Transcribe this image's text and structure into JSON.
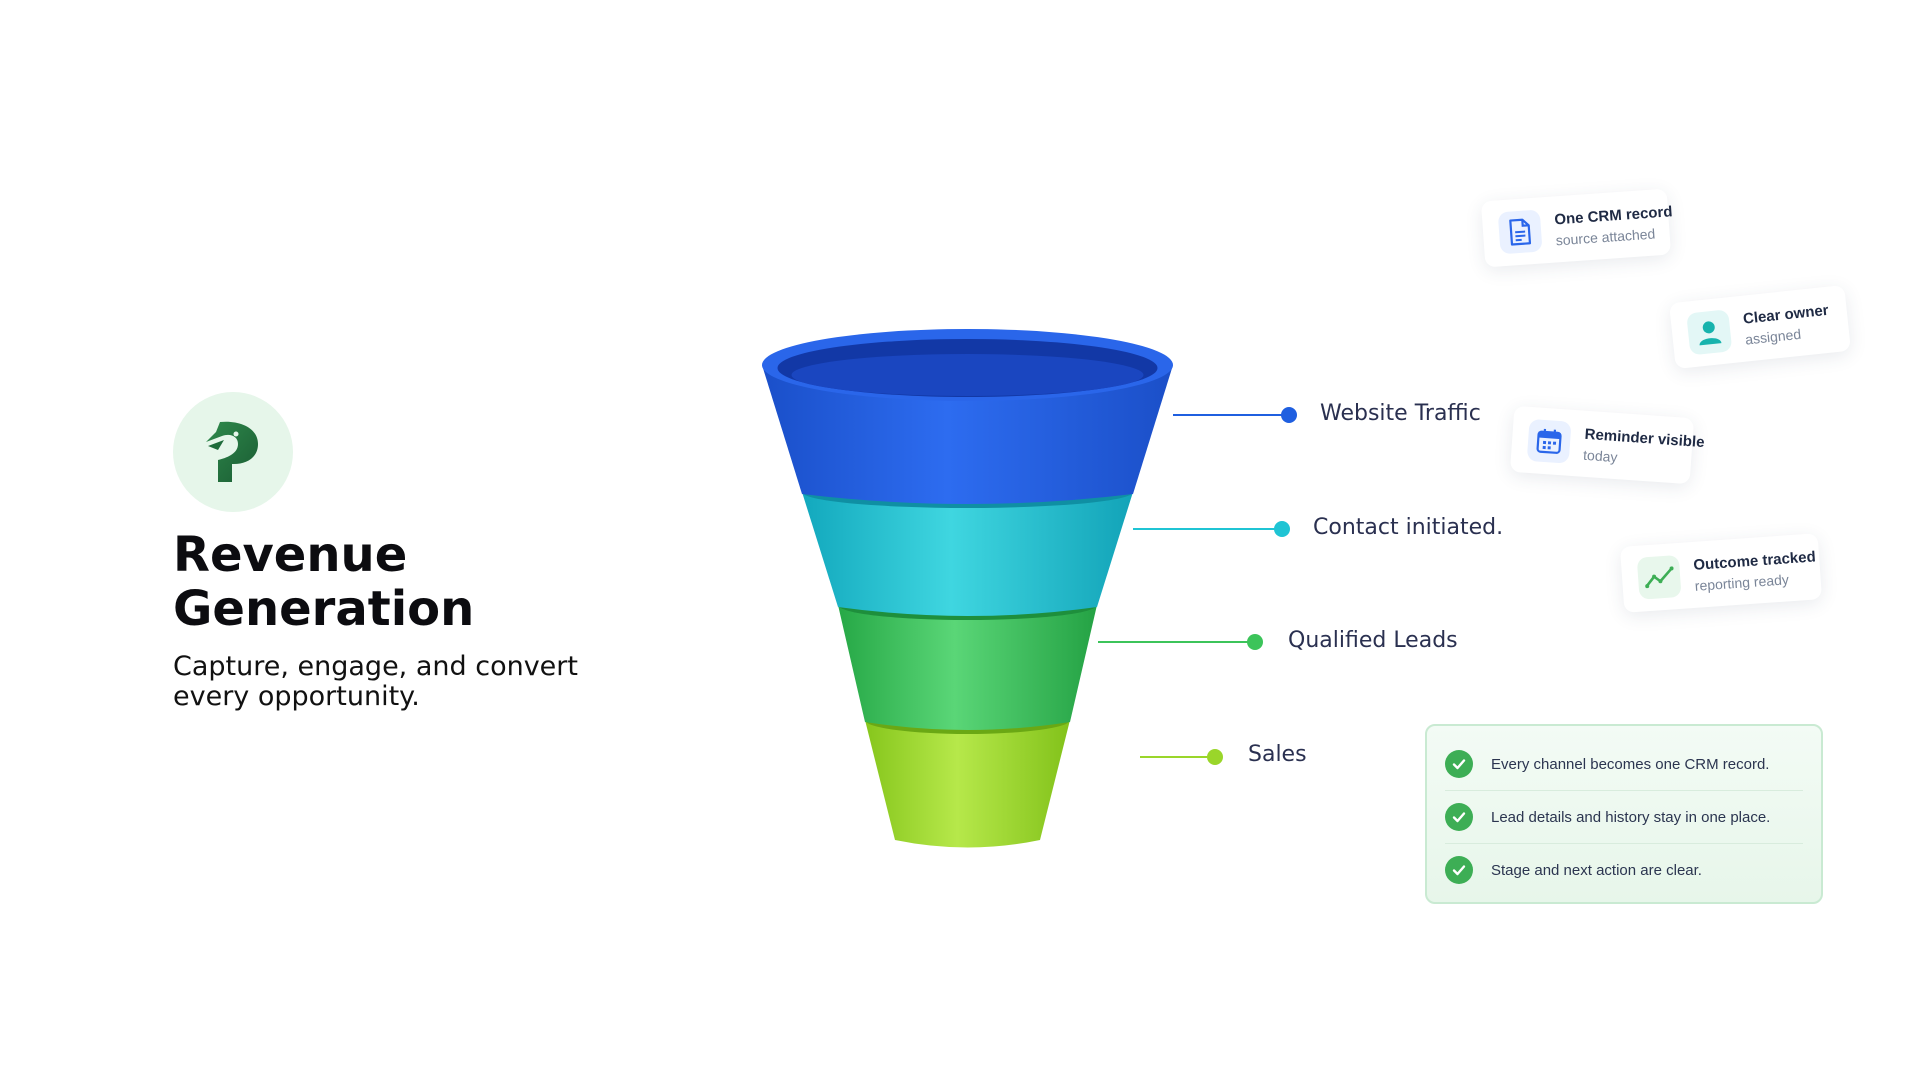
{
  "brand": {
    "logo_icon": "bird-p-logo-icon",
    "title": "Revenue Generation",
    "subtitle": "Capture, engage, and convert every opportunity."
  },
  "funnel": {
    "stages": [
      {
        "label": "Website Traffic",
        "color": "#1f5fe0"
      },
      {
        "label": "Contact initiated.",
        "color": "#1fc4d4"
      },
      {
        "label": "Qualified Leads",
        "color": "#3cc45a"
      },
      {
        "label": "Sales",
        "color": "#9ad62a"
      }
    ]
  },
  "cards": [
    {
      "icon": "document-icon",
      "title": "One CRM record",
      "subtitle": "source attached"
    },
    {
      "icon": "user-icon",
      "title": "Clear owner",
      "subtitle": "assigned"
    },
    {
      "icon": "calendar-icon",
      "title": "Reminder visible",
      "subtitle": "today"
    },
    {
      "icon": "trend-up-icon",
      "title": "Outcome tracked",
      "subtitle": "reporting ready"
    }
  ],
  "checklist": {
    "items": [
      "Every channel becomes one CRM record.",
      "Lead details and history stay in one place.",
      "Stage and next action are clear."
    ]
  },
  "colors": {
    "accent_green": "#3dae55",
    "logo_dark_green": "#1e6b3a"
  }
}
